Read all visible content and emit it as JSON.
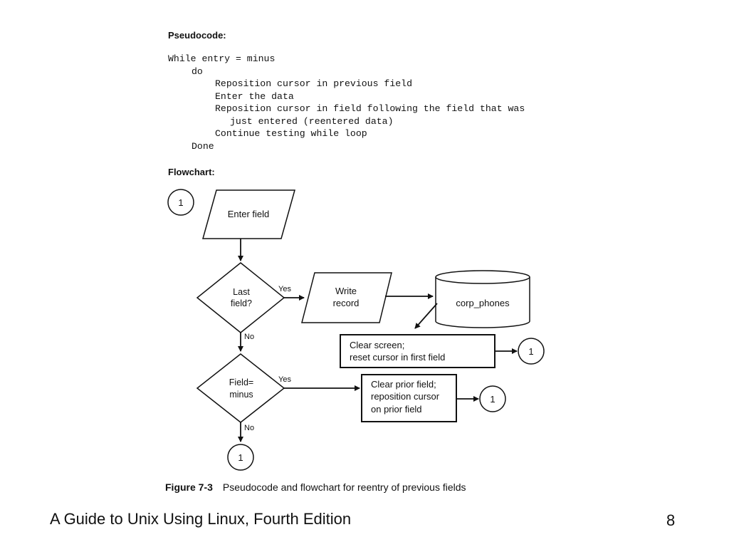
{
  "pseudocode": {
    "label": "Pseudocode:",
    "lines": [
      "While entry = minus",
      "do",
      "Reposition cursor in previous field",
      "Enter the data",
      "Reposition cursor in field following the field that was",
      "just entered (reentered data)",
      "Continue testing while loop",
      "Done"
    ]
  },
  "flowchart": {
    "label": "Flowchart:",
    "connector_label": "1",
    "enter_field": "Enter field",
    "last_field": [
      "Last",
      "field?"
    ],
    "write_record": [
      "Write",
      "record"
    ],
    "database": "corp_phones",
    "clear_screen": [
      "Clear screen;",
      "reset cursor in first field"
    ],
    "field_minus": [
      "Field=",
      "minus"
    ],
    "clear_prior": [
      "Clear prior field;",
      "reposition cursor",
      "on prior field"
    ],
    "yes_label": "Yes",
    "no_label": "No"
  },
  "caption": {
    "figure": "Figure 7-3",
    "text": "Pseudocode and flowchart for reentry of previous fields"
  },
  "footer": {
    "title": "A Guide to Unix Using Linux, Fourth Edition",
    "page": "8"
  }
}
